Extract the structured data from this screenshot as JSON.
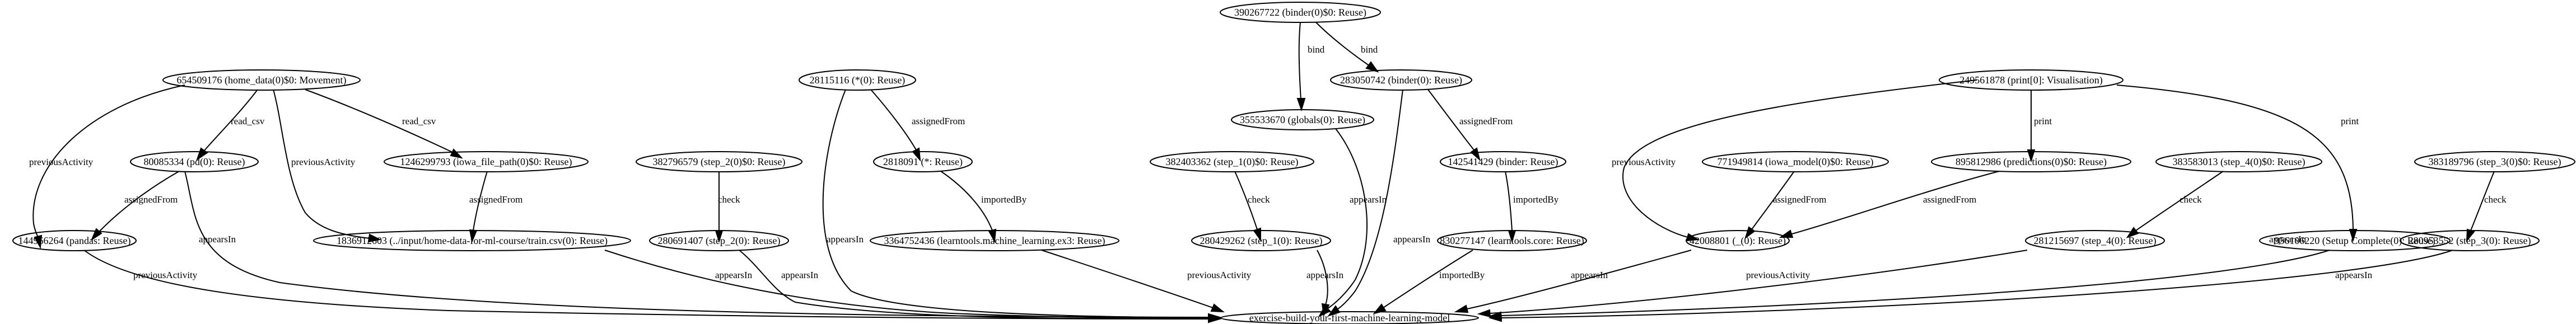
{
  "graph": {
    "nodes": {
      "n390267722": "390267722 (binder(0)$0: Reuse)",
      "n654509176": "654509176 (home_data(0)$0: Movement)",
      "n28115116": "28115116 (*(0): Reuse)",
      "n355533670": "355533670 (globals(0): Reuse)",
      "n283050742": "283050742 (binder(0): Reuse)",
      "n249561878": "249561878 (print[0]: Visualisation)",
      "n80085334": "80085334 (pd(0): Reuse)",
      "n1246299793": "1246299793 (iowa_file_path(0)$0: Reuse)",
      "n2818091": "2818091 (*: Reuse)",
      "n382796579": "382796579 (step_2(0)$0: Reuse)",
      "n382403362": "382403362 (step_1(0)$0: Reuse)",
      "n142541429": "142541429 (binder: Reuse)",
      "n771949814": "771949814 (iowa_model(0)$0: Reuse)",
      "n895812986": "895812986 (predictions(0)$0: Reuse)",
      "n383583013": "383583013 (step_4(0)$0: Reuse)",
      "n383189796": "383189796 (step_3(0)$0: Reuse)",
      "n144966264": "144966264 (pandas: Reuse)",
      "n1836912603": "1836912603 (../input/home-data-for-ml-course/train.csv(0): Reuse)",
      "n280691407": "280691407 (step_2(0): Reuse)",
      "n3364752436": "3364752436 (learntools.machine_learning.ex3: Reuse)",
      "n280429262": "280429262 (step_1(0): Reuse)",
      "n830277147": "830277147 (learntools.core: Reuse)",
      "n42008801": "42008801 (_(0): Reuse)",
      "n281215697": "281215697 (step_4(0): Reuse)",
      "n956106220": "956106220 (Setup Complete(0): Reuse)",
      "n280953552": "280953552 (step_3(0): Reuse)",
      "exercise": "exercise-build-your-first-machine-learning-model"
    },
    "edge_labels": {
      "e1": "bind",
      "e2": "bind",
      "e3": "read_csv",
      "e4": "read_csv",
      "e5": "previousActivity",
      "e6": "previousActivity",
      "e7": "assignedFrom",
      "e8": "appearsIn",
      "e9": "assignedFrom",
      "e10": "assignedFrom",
      "e11": "appearsIn",
      "e12": "appearsIn",
      "e13": "appearsIn",
      "e14": "assignedFrom",
      "e15": "appearsIn",
      "e16": "previousActivity",
      "e17": "print",
      "e18": "print",
      "e19": "assignedFrom",
      "e20": "assignedFrom",
      "e21": "check",
      "e22": "check",
      "e23": "check",
      "e24": "importedBy",
      "e25": "appearsIn",
      "e26": "check",
      "e27": "importedBy",
      "e28": "importedBy",
      "e29": "appearsIn",
      "e30": "previousActivity",
      "e31": "appearsIn",
      "e32": "appearsIn",
      "e33": "previousActivity",
      "e34": "appearsIn",
      "e35": "previousActivity",
      "e36": "appearsIn"
    }
  }
}
